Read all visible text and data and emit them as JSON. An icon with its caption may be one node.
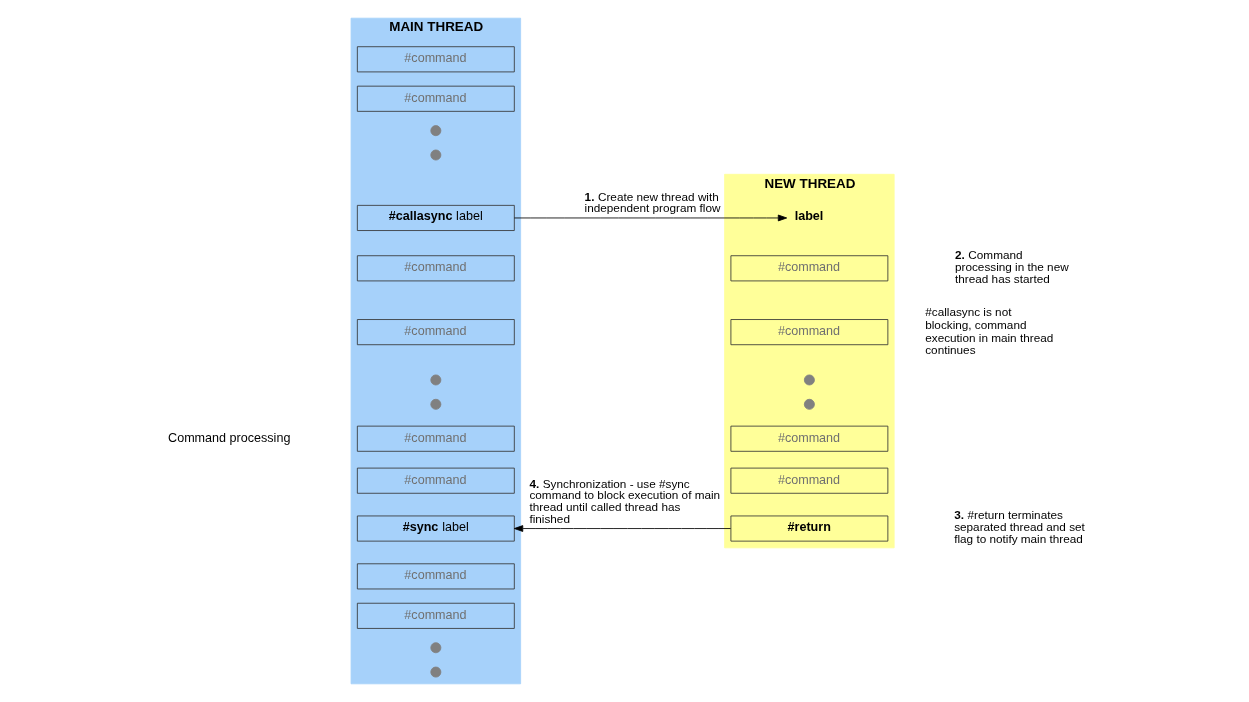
{
  "diagram": {
    "nodes": [
      {
        "text": [
          "MAIN THREAD"
        ]
      },
      {
        "text": [
          "#command"
        ],
        "in": 0
      },
      {
        "text": [
          "#command"
        ],
        "in": 0
      },
      {
        "text": [],
        "shape": "circle",
        "in": 0
      },
      {
        "text": [],
        "shape": "circle",
        "in": 0
      },
      {
        "text": [
          "**#callasync** label"
        ],
        "in": 0
      },
      {
        "text": [
          "#command"
        ],
        "in": 0
      },
      {
        "text": [
          "#command"
        ],
        "in": 0
      },
      {
        "text": [],
        "shape": "circle",
        "in": 0
      },
      {
        "text": [],
        "shape": "circle",
        "in": 0
      },
      {
        "text": [
          "#command"
        ],
        "in": 0
      },
      {
        "text": [
          "#command"
        ],
        "in": 0
      },
      {
        "text": [
          "**#sync** label"
        ],
        "in": 0
      },
      {
        "text": [
          "#command"
        ],
        "in": 0
      },
      {
        "text": [
          "#command"
        ],
        "in": 0
      },
      {
        "text": [],
        "shape": "circle",
        "in": 0
      },
      {
        "text": [],
        "shape": "circle",
        "in": 0
      },
      {
        "text": [
          "NEW THREAD"
        ]
      },
      {
        "text": [
          "label"
        ],
        "in": 17
      },
      {
        "text": [
          "#command"
        ],
        "in": 17
      },
      {
        "text": [
          "#command"
        ],
        "in": 17
      },
      {
        "text": [],
        "shape": "circle",
        "in": 17
      },
      {
        "text": [],
        "shape": "circle",
        "in": 17
      },
      {
        "text": [
          "#command"
        ],
        "in": 17
      },
      {
        "text": [
          "#command"
        ],
        "in": 17
      },
      {
        "text": [
          "#return"
        ],
        "in": 17
      }
    ],
    "edges": [
      {
        "from": 5,
        "to": 18,
        "arrow": "to",
        "label": "**1.** Create new thread with independent program flow"
      },
      {
        "from": 25,
        "to": 12,
        "arrow": "to",
        "label": "**4.** Synchronization - use #sync command to block execution of main thread until called thread has finished"
      }
    ],
    "labels": [
      "Command processing",
      "#callasync is not blocking, command execution in main thread continues",
      "**2.** Command processing in the new thread has started",
      "**3.** #return terminates separated thread and set flag to notify main thread"
    ]
  }
}
